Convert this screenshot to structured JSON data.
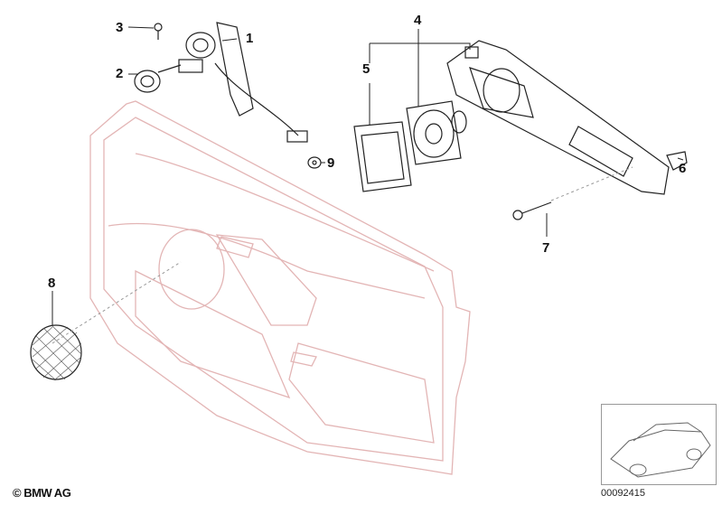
{
  "callouts": [
    "1",
    "2",
    "3",
    "4",
    "5",
    "6",
    "7",
    "8",
    "9"
  ],
  "copyright": "© BMW AG",
  "diagram_number": "00092415",
  "colors": {
    "door_panel": "#e3b5b5",
    "parts": "#222222"
  }
}
